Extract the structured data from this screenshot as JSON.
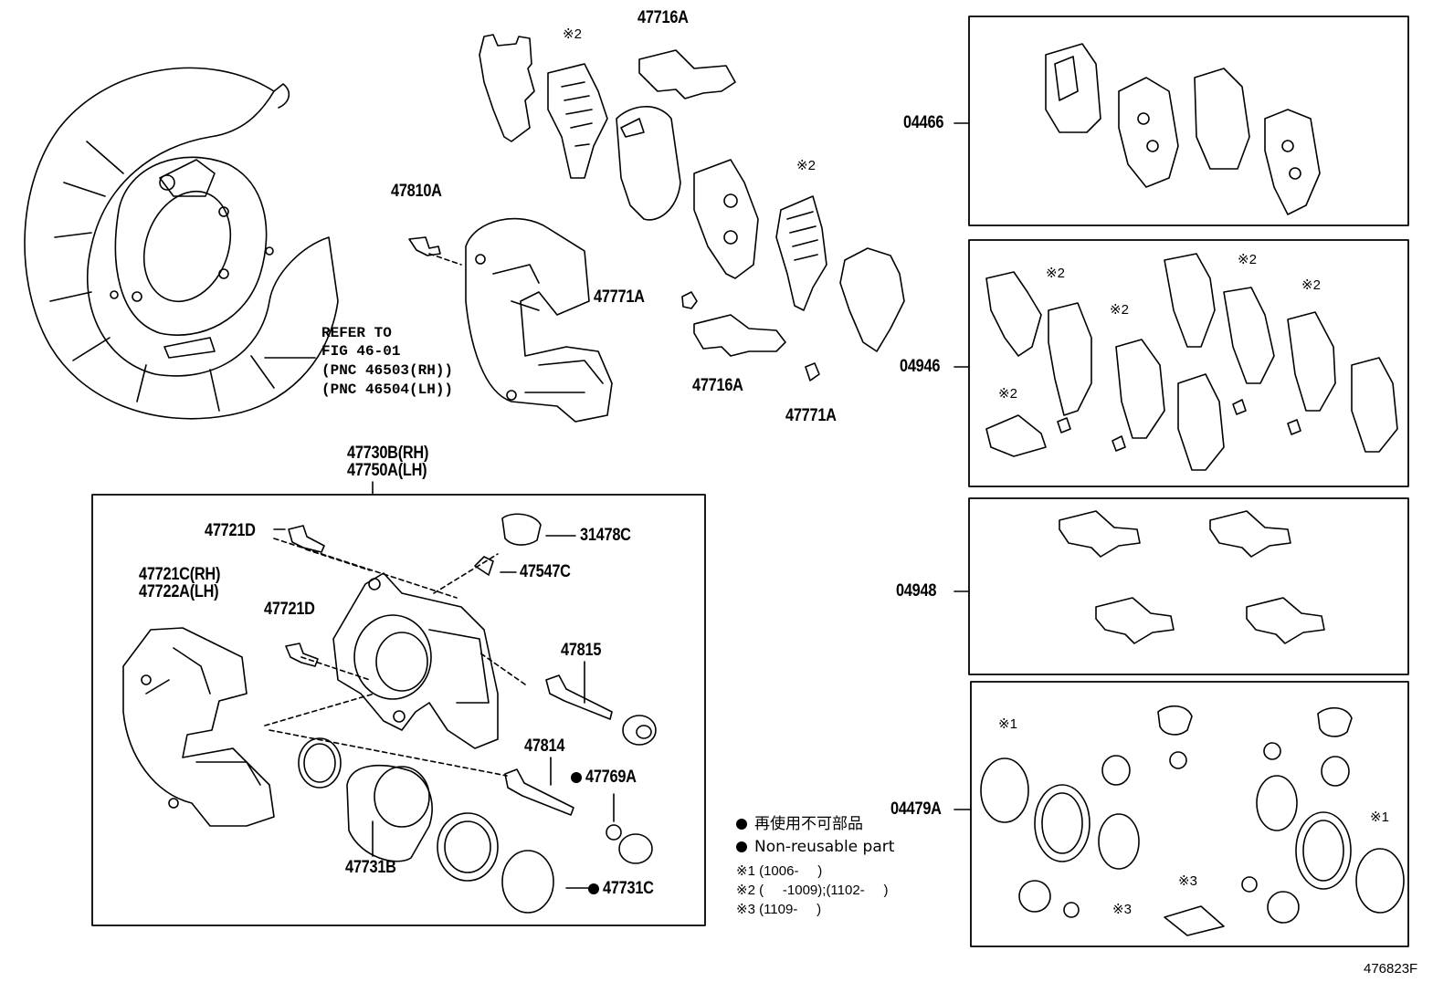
{
  "diagram": {
    "reference_note": {
      "line1": "REFER TO",
      "line2": "FIG 46-01",
      "line3": "(PNC 46503(RH))",
      "line4": "(PNC 46504(LH))"
    },
    "parts": {
      "p47716A_top": "47716A",
      "mark2_top_a": "※2",
      "mark2_top_b": "※2",
      "p47810A": "47810A",
      "p47771A_a": "47771A",
      "p47716A_mid": "47716A",
      "p47771A_b": "47771A",
      "p47730B": "47730B(RH)",
      "p47750A": "47750A(LH)",
      "p47721D_a": "47721D",
      "p31478C": "31478C",
      "p47547C": "47547C",
      "p47721C": "47721C(RH)",
      "p47722A": "47722A(LH)",
      "p47721D_b": "47721D",
      "p47815": "47815",
      "p47814": "47814",
      "p47769A": "47769A",
      "p47731B": "47731B",
      "p47731C": "47731C"
    },
    "kits": {
      "k04466": "04466",
      "k04946": "04946",
      "k04948": "04948",
      "k04479A": "04479A"
    },
    "kit_marks": {
      "k04946_m1": "※2",
      "k04946_m2": "※2",
      "k04946_m3": "※2",
      "k04946_m4": "※2",
      "k04946_m5": "※2",
      "k04479A_m1": "※1",
      "k04479A_m2": "※1",
      "k04479A_m3": "※3",
      "k04479A_m4": "※3"
    },
    "legend": {
      "non_reusable_jp": "再使用不可部品",
      "non_reusable_en": "Non-reusable part",
      "note1": "※1 (1006-     )",
      "note2": "※2 (     -1009);(1102-     )",
      "note3": "※3 (1109-     )"
    },
    "figure_id": "476823F"
  }
}
